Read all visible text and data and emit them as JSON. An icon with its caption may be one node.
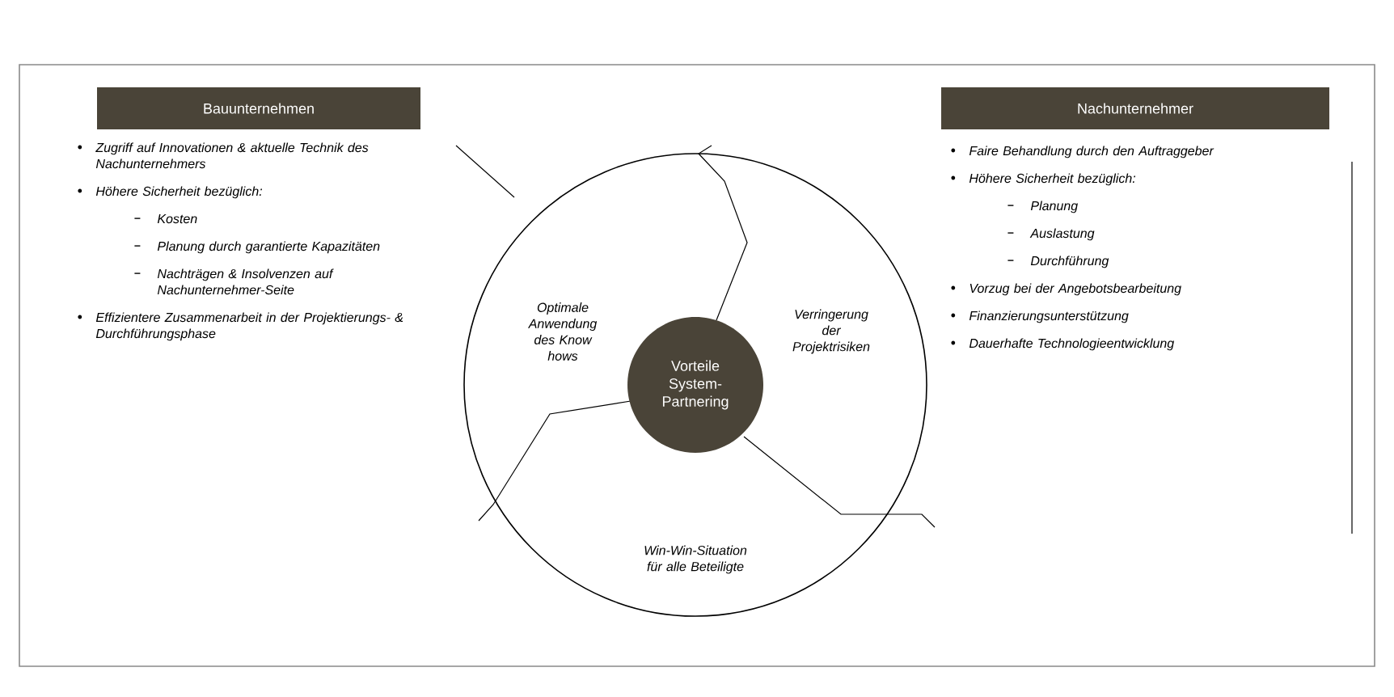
{
  "diagram": {
    "nodes": [
      {
        "text": [
          "Bauunternehmen"
        ]
      },
      {
        "text": [
          "Zugriff auf Innovationen & aktuelle Technik des Nachunternehmers",
          "Höhere Sicherheit bezüglich:",
          "Kosten",
          "Planung durch garantierte Kapazitäten",
          "Nachträgen & Insolvenzen auf Nachunternehmer-Seite",
          "Effizientere Zusammenarbeit in der Projektierungs- & Durchführungsphase"
        ]
      },
      {
        "text": [
          "Nachunternehmer"
        ]
      },
      {
        "text": [
          "Faire Behandlung durch den Auftraggeber",
          "Höhere Sicherheit bezüglich:",
          "Planung",
          "Auslastung",
          "Durchführung",
          "Vorzug bei der Angebotsbearbeitung",
          "Finanzierungsunterstützung",
          "Dauerhafte Technologieentwicklung"
        ]
      },
      {
        "text": [
          "Optimale Anwendung des Know hows",
          "Verringerung der Projektrisiken",
          "Win-Win-Situation für alle Beteiligte"
        ]
      },
      {
        "text": [
          "Vorteile System-Partnering"
        ],
        "in": 4
      }
    ],
    "edges": []
  }
}
